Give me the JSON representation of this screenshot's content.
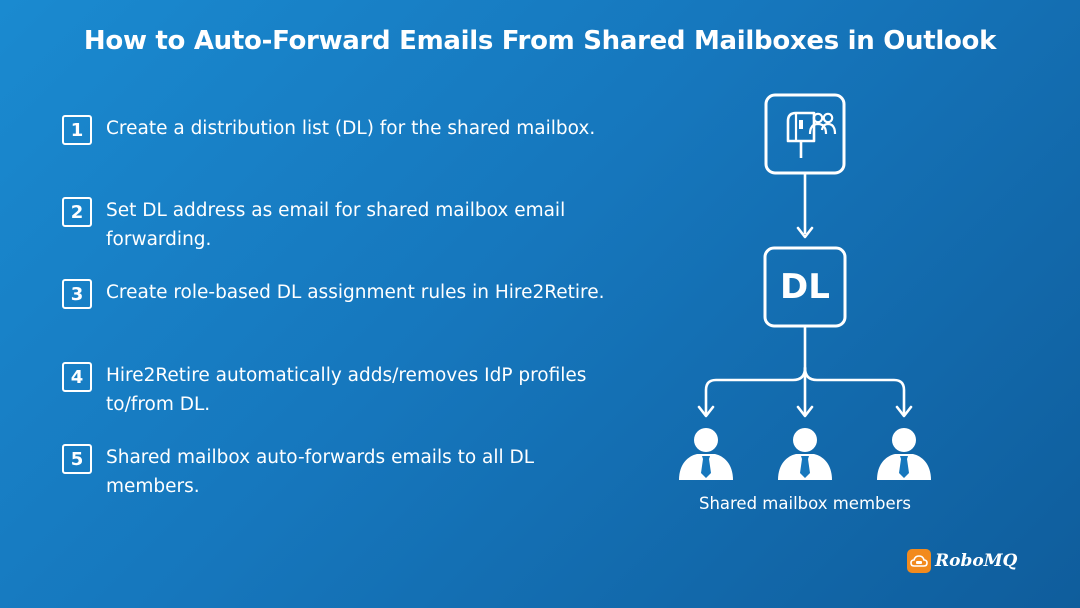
{
  "title": "How to Auto-Forward Emails From Shared Mailboxes in Outlook",
  "steps": [
    {
      "num": "1",
      "text": "Create a distribution list (DL) for the shared mailbox."
    },
    {
      "num": "2",
      "text": "Set DL address as email for shared mailbox email forwarding."
    },
    {
      "num": "3",
      "text": "Create role-based DL assignment rules in Hire2Retire."
    },
    {
      "num": "4",
      "text": "Hire2Retire automatically adds/removes IdP profiles to/from DL."
    },
    {
      "num": "5",
      "text": "Shared mailbox auto-forwards emails to all DL members."
    }
  ],
  "diagram": {
    "top_node_icon": "shared-mailbox-icon",
    "dl_label": "DL",
    "member_icon": "person-icon",
    "members_label": "Shared mailbox members"
  },
  "brand": {
    "name": "RoboMQ",
    "logo_icon": "robomq-cloud-icon",
    "color": "#f28a1d"
  },
  "colors": {
    "background_top": "#1a8ad0",
    "background_bottom": "#0f5d9c",
    "foreground": "#ffffff"
  }
}
